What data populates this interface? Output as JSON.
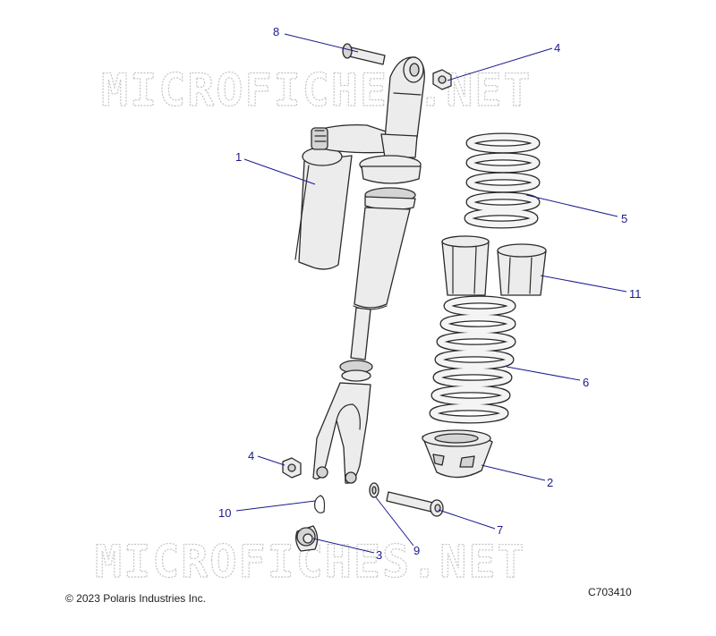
{
  "watermark": "MICROFICHES.NET",
  "copyright": "© 2023 Polaris Industries Inc.",
  "diagram_code": "C703410",
  "callouts": {
    "c1": "1",
    "c2": "2",
    "c3": "3",
    "c4a": "4",
    "c4b": "4",
    "c5": "5",
    "c6": "6",
    "c7": "7",
    "c8": "8",
    "c9": "9",
    "c10": "10",
    "c11": "11"
  },
  "colors": {
    "callout": "#1a1a8c",
    "line_art": "#2a2a2a",
    "part_fill": "#ececec",
    "watermark_outline": "#c4c4c4"
  }
}
